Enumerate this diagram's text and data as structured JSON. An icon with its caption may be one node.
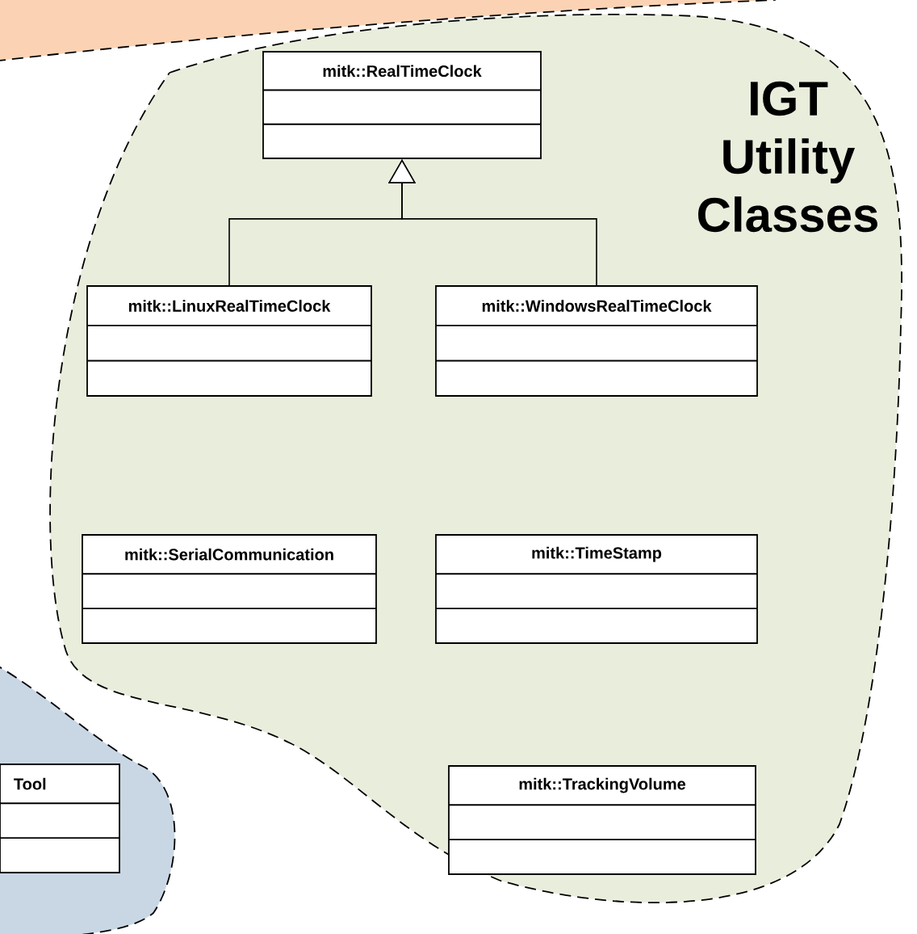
{
  "diagram": {
    "nodes": [
      {
        "text": [
          "IGT Utility Classes"
        ]
      },
      {
        "text": [
          "mitk::RealTimeClock"
        ],
        "in": 0
      },
      {
        "text": [
          "mitk::LinuxRealTimeClock"
        ],
        "in": 0
      },
      {
        "text": [
          "mitk::WindowsRealTimeClock"
        ],
        "in": 0
      },
      {
        "text": [
          "mitk::SerialCommunication"
        ],
        "in": 0
      },
      {
        "text": [
          "mitk::TimeStamp"
        ],
        "in": 0
      },
      {
        "text": [
          "mitk::TrackingVolume"
        ],
        "in": 0
      },
      {
        "text": [],
        "shape": "cloud"
      },
      {
        "text": [],
        "shape": "cloud"
      },
      {
        "text": [
          "Tool"
        ],
        "in": 8
      }
    ],
    "edges": [
      {
        "from": 2,
        "to": 1,
        "arrow": "to"
      },
      {
        "from": 3,
        "to": 1,
        "arrow": "to"
      }
    ]
  }
}
